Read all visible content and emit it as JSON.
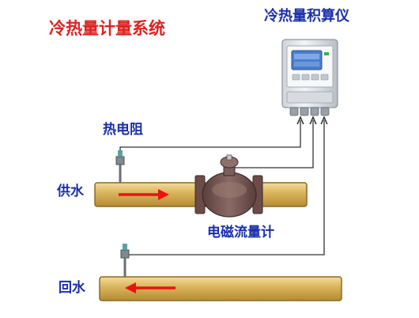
{
  "title": "冷热量计量系统",
  "instrument": {
    "label": "冷热量积算仪"
  },
  "sensor": {
    "label": "热电阻"
  },
  "supply": {
    "label": "供水"
  },
  "flowmeter": {
    "label": "电磁流量计"
  },
  "return": {
    "label": "回水"
  },
  "colors": {
    "title": "#e02020",
    "labels": "#1a2fa8",
    "pipe": "#d8b25a",
    "pipe_edge": "#8a6a22",
    "flow_arrow": "#ee1111",
    "flowmeter_body": "#7a5a56",
    "instrument_housing": "#e8ebef",
    "display": "#4a7fd0",
    "wire": "#333333"
  }
}
